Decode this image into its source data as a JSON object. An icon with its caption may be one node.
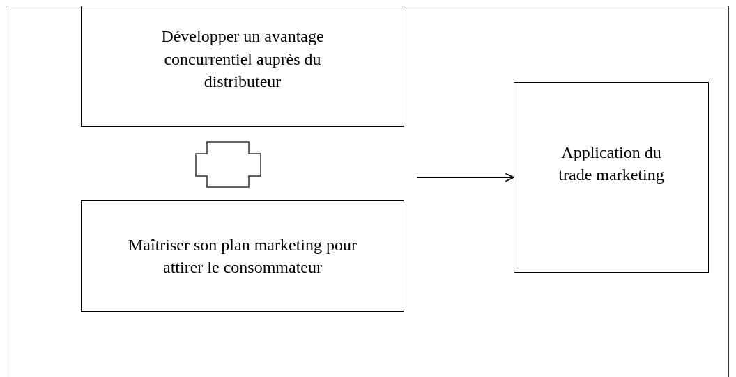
{
  "diagram": {
    "nodes": [
      {
        "text": [
          "Développer un avantage concurrentiel auprès du distributeur"
        ]
      },
      {
        "text": [],
        "shape": "cross"
      },
      {
        "text": [
          "Maîtriser son plan marketing pour attirer le consommateur"
        ]
      },
      {
        "text": [
          "Application du trade marketing"
        ]
      }
    ],
    "edges": [
      {
        "from": null,
        "to": 3,
        "arrow": "to"
      }
    ]
  }
}
